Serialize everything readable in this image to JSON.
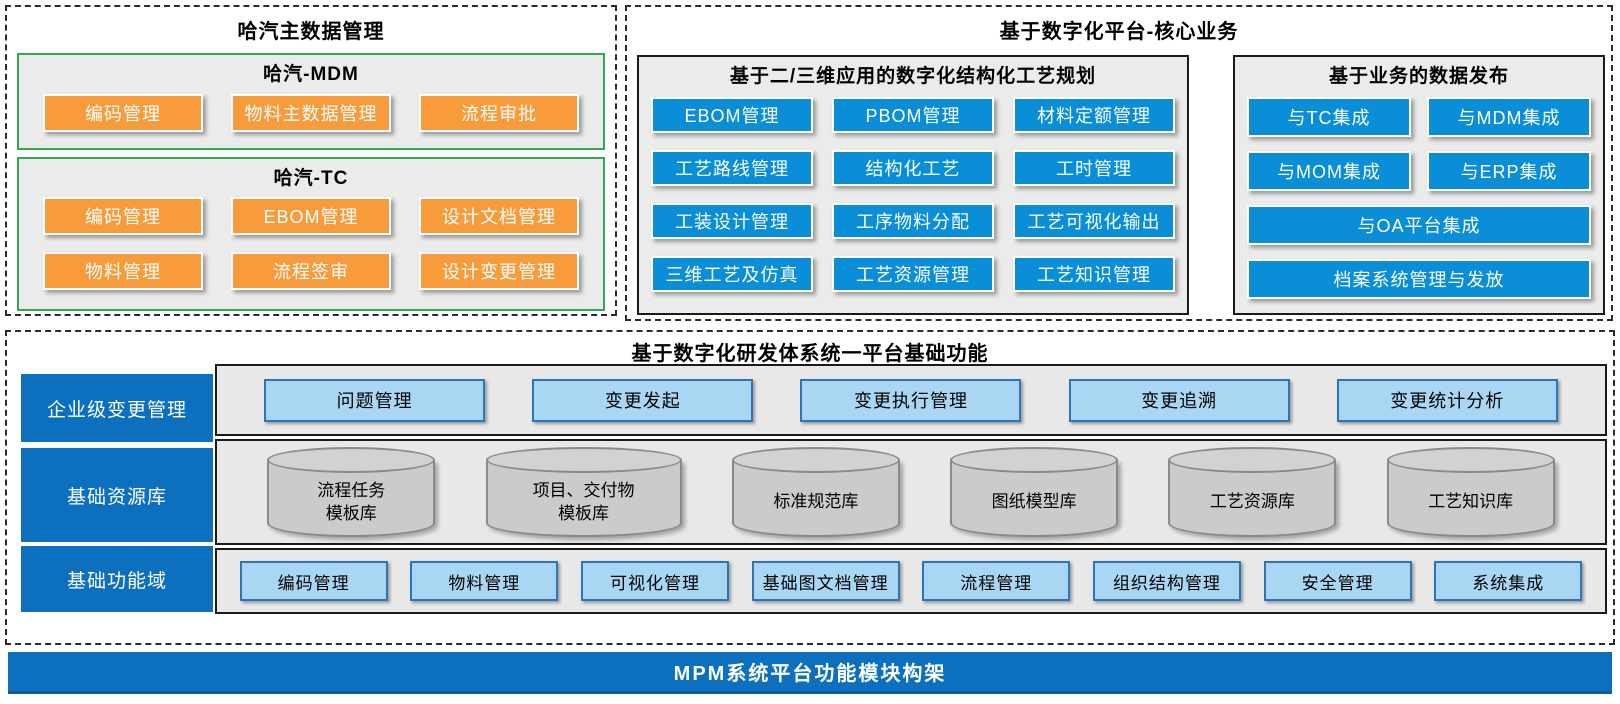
{
  "sections": {
    "master_data": {
      "title": "哈汽主数据管理",
      "mdm": {
        "title": "哈汽-MDM",
        "buttons": [
          "编码管理",
          "物料主数据管理",
          "流程审批"
        ]
      },
      "tc": {
        "title": "哈汽-TC",
        "buttons": [
          "编码管理",
          "EBOM管理",
          "设计文档管理",
          "物料管理",
          "流程签审",
          "设计变更管理"
        ]
      }
    },
    "core_business": {
      "title": "基于数字化平台-核心业务",
      "process_planning": {
        "title": "基于二/三维应用的数字化结构化工艺规划",
        "buttons": [
          "EBOM管理",
          "PBOM管理",
          "材料定额管理",
          "工艺路线管理",
          "结构化工艺",
          "工时管理",
          "工装设计管理",
          "工序物料分配",
          "工艺可视化输出",
          "三维工艺及仿真",
          "工艺资源管理",
          "工艺知识管理"
        ]
      },
      "data_publish": {
        "title": "基于业务的数据发布",
        "buttons_half": [
          "与TC集成",
          "与MDM集成",
          "与MOM集成",
          "与ERP集成"
        ],
        "buttons_full": [
          "与OA平台集成",
          "档案系统管理与发放"
        ]
      }
    },
    "platform_foundation": {
      "title": "基于数字化研发体系统一平台基础功能",
      "change_mgmt": {
        "label": "企业级变更管理",
        "buttons": [
          "问题管理",
          "变更发起",
          "变更执行管理",
          "变更追溯",
          "变更统计分析"
        ]
      },
      "resource_lib": {
        "label": "基础资源库",
        "cylinders": [
          "流程任务\n模板库",
          "项目、交付物\n模板库",
          "标准规范库",
          "图纸模型库",
          "工艺资源库",
          "工艺知识库"
        ]
      },
      "basic_domain": {
        "label": "基础功能域",
        "buttons": [
          "编码管理",
          "物料管理",
          "可视化管理",
          "基础图文档管理",
          "流程管理",
          "组织结构管理",
          "安全管理",
          "系统集成"
        ]
      }
    },
    "footer": {
      "title": "MPM系统平台功能模块构架"
    }
  },
  "colors": {
    "orange": "#F89B3B",
    "blue_button": "#0A8ED8",
    "dark_blue": "#0C70BE",
    "light_blue": "#A9D6F2",
    "light_blue_border": "#2E75B6",
    "green_border": "#2FA84F",
    "panel_gray": "#EBEBEB",
    "cylinder_gray": "#CBCBCB"
  }
}
